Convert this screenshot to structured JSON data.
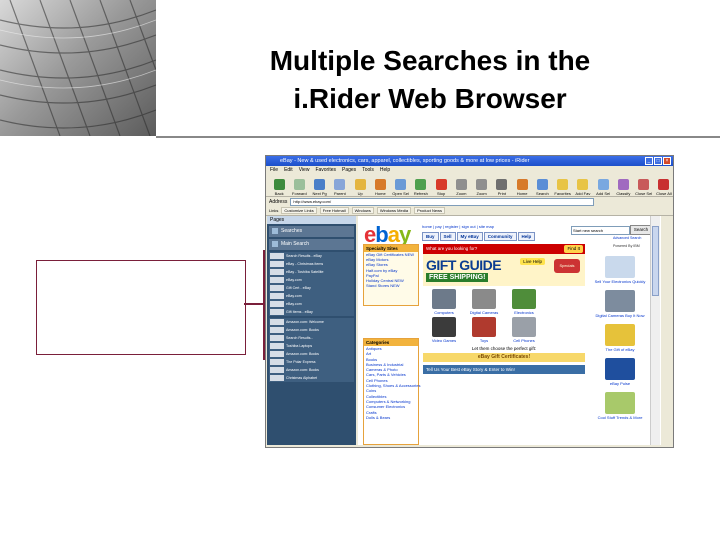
{
  "slide": {
    "title_line1": "Multiple Searches in the",
    "title_line2": "i.Rider Web Browser"
  },
  "browser": {
    "window_title": "eBay - New & used electronics, cars, apparel, collectibles, sporting goods & more at low prices - iRider",
    "menu": [
      "File",
      "Edit",
      "View",
      "Favorites",
      "Pages",
      "Tools",
      "Help"
    ],
    "toolbar": [
      "Back",
      "Forward",
      "Next Pg",
      "Parent",
      "Up",
      "Home",
      "Open Sel",
      "Refresh",
      "Stop",
      "Zoom",
      "Zoom",
      "Print",
      "Home",
      "Search",
      "Favorites",
      "Add Fav",
      "Add Sel",
      "Classify",
      "Close Sel",
      "Close All"
    ],
    "address_label": "Address",
    "address_value": "http://www.ebay.com/",
    "links_label": "Links",
    "links": [
      "Customize Links",
      "Free Hotmail",
      "Windows",
      "Windows Media",
      "Product News"
    ],
    "sidebar": {
      "header": "Pages",
      "searches": [
        "Searches",
        "Main Search"
      ],
      "group1": [
        "Search Results - eBay",
        "eBay - Christmas items",
        "eBay - Toshiba Satellite",
        "eBay.com",
        "Gift Cert - eBay",
        "eBay.com",
        "eBay.com",
        "Gift Items - eBay"
      ],
      "group2": [
        "Amazon.com: Welcome",
        "Amazon.com: Books",
        "Search Results...",
        "Toshiba Laptops",
        "Amazon.com: Books",
        "The Polar Express",
        "Amazon.com: Books",
        "Christmas Alphabet"
      ]
    },
    "ebay": {
      "logo": [
        "e",
        "b",
        "a",
        "y"
      ],
      "top_links": "home | pay | register | sign out | site map",
      "tabs": [
        "Buy",
        "Sell",
        "My eBay",
        "Community",
        "Help"
      ],
      "search_placeholder": "Start new search",
      "search_button": "Search",
      "advanced": "Advanced Search",
      "powered": "Powered By IBM",
      "specialty_head": "Specialty Sites",
      "specialty": [
        "eBay Gift Certificates NEW",
        "eBay Motors",
        "eBay Stores",
        "Half.com by eBay",
        "PayPal",
        "Holiday Central NEW",
        "Stand Stores NEW"
      ],
      "wait_bar": "What are you looking for?",
      "find_button": "Find It",
      "gift_guide": "GIFT GUIDE",
      "free_shipping": "FREE SHIPPING!",
      "specials": "Specials",
      "live_help": "Live Help",
      "products": [
        {
          "label": "Computers",
          "color": "#6d7a8a"
        },
        {
          "label": "Digital Cameras",
          "color": "#8a8a8a"
        },
        {
          "label": "Electronics",
          "color": "#4f8d3a"
        },
        {
          "label": "",
          "color": "#ffffff"
        },
        {
          "label": "Video Games",
          "color": "#3b3b3b"
        },
        {
          "label": "Toys",
          "color": "#b03a2e"
        },
        {
          "label": "Cell Phones",
          "color": "#9aa0a8"
        },
        {
          "label": "",
          "color": "#ffffff"
        }
      ],
      "let_them_choose": "Let them choose the perfect gift:",
      "gift_cert": "eBay Gift Certificates!",
      "tell_us": "Tell Us Your Best eBay Story & Enter to Win!",
      "categories_head": "Categories",
      "categories": [
        "Antiques",
        "Art",
        "Books",
        "Business & Industrial",
        "Cameras & Photo",
        "Cars, Parts & Vehicles",
        "Cell Phones",
        "Clothing, Shoes & Accessories",
        "Coins",
        "Collectibles",
        "Computers & Networking",
        "Consumer Electronics",
        "Crafts",
        "Dolls & Bears"
      ],
      "right_items": [
        {
          "label": "Sell Your Electronics Quickly",
          "color": "#c9d9ec"
        },
        {
          "label": "Digital Cameras Buy It Now",
          "color": "#7d8c9e"
        },
        {
          "label": "The Gift of eBay",
          "color": "#e6c23a"
        },
        {
          "label": "eBay Pulse",
          "color": "#1f4f9e"
        },
        {
          "label": "Cool Stuff Trends & More",
          "color": "#a8c96a"
        }
      ]
    }
  },
  "colors": {
    "accent": "#7a1f3a",
    "titlebar": "#1c4fc9",
    "sidebar": "#2f4f6f"
  }
}
